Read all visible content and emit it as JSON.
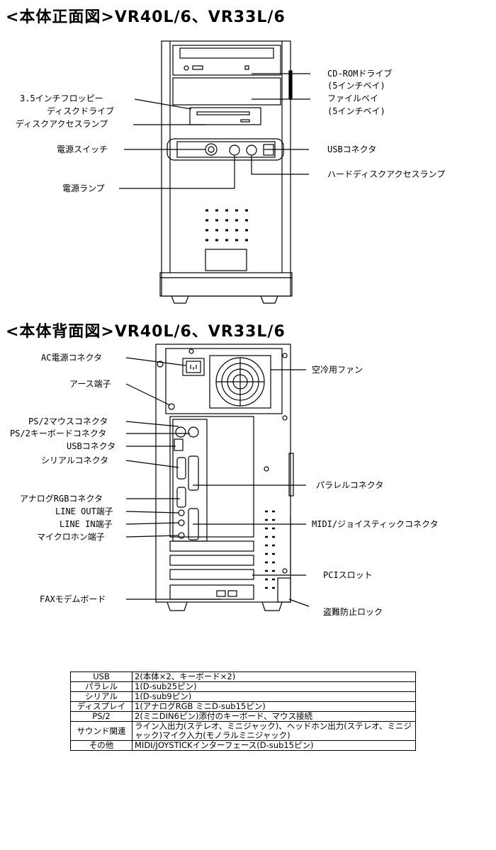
{
  "front": {
    "title": "<本体正面図>VR40L/6、VR33L/6",
    "labels": {
      "cdrom_1": "CD-ROMドライブ",
      "cdrom_2": "(5インチベイ)",
      "filebay_1": "ファイルベイ",
      "filebay_2": "(5インチベイ)",
      "fdd_1": "3.5インチフロッピー",
      "fdd_2": "ディスクドライブ",
      "disk_lamp": "ディスクアクセスランプ",
      "power_switch": "電源スイッチ",
      "usb": "USBコネクタ",
      "hdd_lamp": "ハードディスクアクセスランプ",
      "power_lamp": "電源ランプ"
    }
  },
  "back": {
    "title": "<本体背面図>VR40L/6、VR33L/6",
    "labels": {
      "ac": "AC電源コネクタ",
      "earth": "アース端子",
      "fan": "空冷用ファン",
      "ps2_mouse": "PS/2マウスコネクタ",
      "ps2_kb": "PS/2キーボードコネクタ",
      "usb": "USBコネクタ",
      "serial": "シリアルコネクタ",
      "parallel": "パラレルコネクタ",
      "rgb": "アナログRGBコネクタ",
      "line_out": "LINE OUT端子",
      "line_in": "LINE IN端子",
      "midi": "MIDI/ジョイスティックコネクタ",
      "mic": "マイクロホン端子",
      "pci": "PCIスロット",
      "fax": "FAXモデムボード",
      "lock": "盗難防止ロック"
    }
  },
  "specs": {
    "rows": [
      {
        "key": "USB",
        "value": "2(本体×2、キーボード×2)"
      },
      {
        "key": "パラレル",
        "value": "1(D-sub25ピン)"
      },
      {
        "key": "シリアル",
        "value": "1(D-sub9ピン)"
      },
      {
        "key": "ディスプレイ",
        "value": "1(アナログRGB ミニD-sub15ピン)"
      },
      {
        "key": "PS/2",
        "value": "2(ミニDIN6ピン)添付のキーボード、マウス接続"
      },
      {
        "key": "サウンド関連",
        "value": "ライン入出力(ステレオ、ミニジャック)、ヘッドホン出力(ステレオ、ミニジャック)マイク入力(モノラルミニジャック)"
      },
      {
        "key": "その他",
        "value": "MIDI/JOYSTICKインターフェース(D-sub15ピン)"
      }
    ]
  }
}
